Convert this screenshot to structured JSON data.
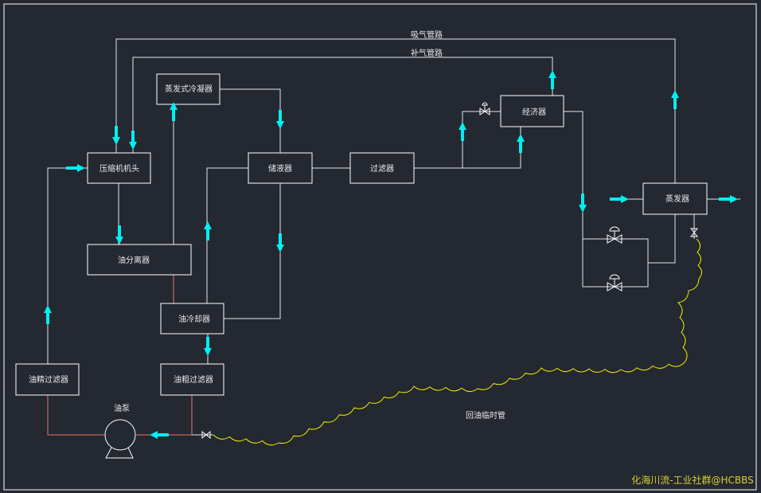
{
  "title_lines": {
    "suction": "吸气管路",
    "supplement": "补气管路"
  },
  "components": {
    "compressor": "压缩机机头",
    "evap_condenser": "蒸发式冷凝器",
    "receiver": "储液器",
    "filter": "过滤器",
    "economizer": "经济器",
    "evaporator": "蒸发器",
    "oil_separator": "油分离器",
    "oil_cooler": "油冷却器",
    "oil_fine_filter": "油精过滤器",
    "oil_coarse_filter": "油粗过滤器",
    "oil_pump": "油泵"
  },
  "temp_line_label": "回油临时管",
  "watermark": "化海川流-工业社群@HCBBS",
  "colors": {
    "background": "#232831",
    "pipe": "#e6e6e6",
    "oil_pipe": "#f07070",
    "arrow": "#00f0f0",
    "temp_hose": "#f0f000"
  }
}
